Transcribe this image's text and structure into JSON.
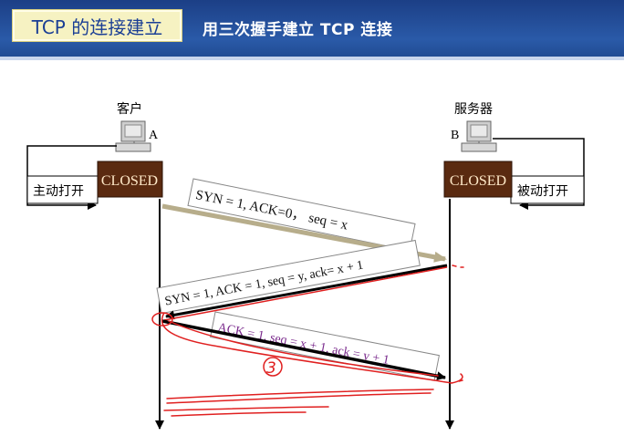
{
  "header": {
    "title": "TCP 的连接建立",
    "subtitle": "用三次握手建立 TCP 连接"
  },
  "client": {
    "name": "客户",
    "letter": "A",
    "state": "CLOSED",
    "action": "主动打开"
  },
  "server": {
    "name": "服务器",
    "letter": "B",
    "state": "CLOSED",
    "action": "被动打开"
  },
  "messages": [
    {
      "text": "SYN = 1, ACK=0， seq = x",
      "color": "#111111"
    },
    {
      "text": "SYN = 1, ACK = 1, seq = y, ack= x + 1",
      "color": "#111111"
    },
    {
      "text": "ACK = 1, seq = x + 1, ack = y + 1",
      "color": "#7a2a8c"
    }
  ],
  "annotation": {
    "text": "3",
    "color": "#e02020"
  },
  "colors": {
    "state_box": "#5a2a10",
    "syn_arrow": "#b7ad8b",
    "annotation": "#e02020",
    "ack_text": "#7a2a8c"
  }
}
